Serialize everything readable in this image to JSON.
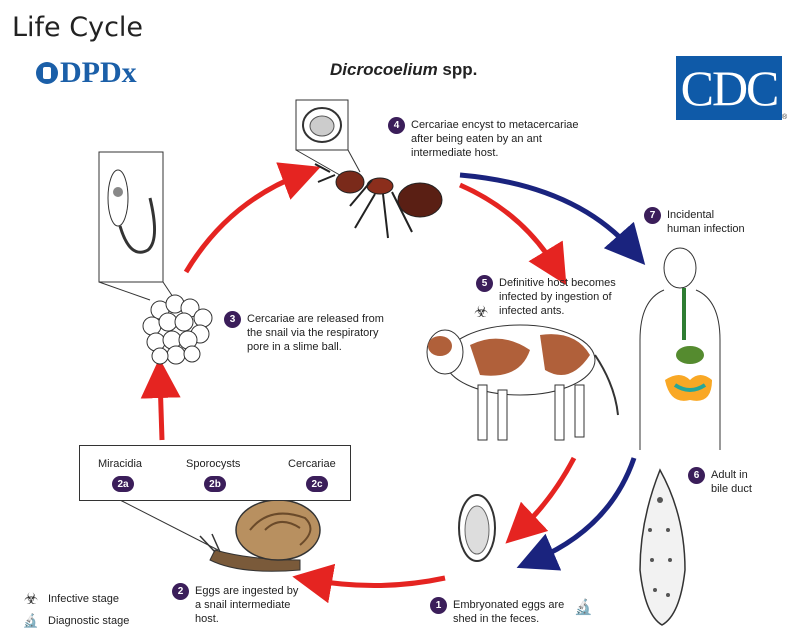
{
  "header": {
    "title": "Life Cycle",
    "logo_text": "DPDx",
    "species_italic": "Dicrocoelium",
    "species_suffix": " spp.",
    "cdc_text": "CDC",
    "cdc_mark": "®"
  },
  "steps": {
    "s1": {
      "num": "1",
      "text": "Embryonated eggs are\nshed in the feces."
    },
    "s2": {
      "num": "2",
      "text": "Eggs are ingested by\na snail intermediate\nhost."
    },
    "s3": {
      "num": "3",
      "text": "Cercariae are released from\nthe snail via the respiratory\npore in a slime ball."
    },
    "s4": {
      "num": "4",
      "text": "Cercariae encyst to metacercariae\nafter being eaten by an ant\nintermediate host."
    },
    "s5": {
      "num": "5",
      "text": "Definitive host becomes\ninfected by ingestion of\ninfected ants."
    },
    "s6": {
      "num": "6",
      "text": "Adult in\nbile duct"
    },
    "s7": {
      "num": "7",
      "text": "Incidental\nhuman infection"
    }
  },
  "snail_stages": [
    {
      "num": "2a",
      "label": "Miracidia"
    },
    {
      "num": "2b",
      "label": "Sporocysts"
    },
    {
      "num": "2c",
      "label": "Cercariae"
    }
  ],
  "legend": {
    "infective": "Infective stage",
    "diagnostic": "Diagnostic stage"
  },
  "colors": {
    "red_arrow": "#e52421",
    "blue_arrow": "#1a237e",
    "badge": "#3b1e5a",
    "cdc_blue": "#0f5aa8"
  },
  "icons": {
    "infective": "biohazard-icon",
    "diagnostic": "microscope-icon"
  }
}
